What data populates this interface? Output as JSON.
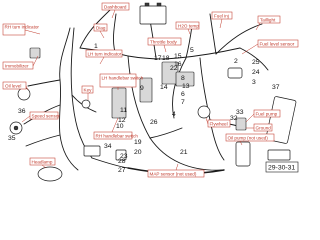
{
  "callouts": {
    "dashboard": "Dashboard",
    "rh_turn_indicator": "RH turn indicator",
    "diag": "Diag",
    "throttle_body": "Throttle body",
    "h2o_temp": "H2O temp",
    "fuel_inj": "Fuel inj",
    "taillight": "Taillight",
    "fuel_level_sensor": "Fuel level sensor",
    "immobilizer": "Immobilizer",
    "lh_turn_indicator": "LH turn indicator",
    "oil_level": "Oil level",
    "key": "Key",
    "lh_handlebar_switch": "LH handlebar switch",
    "speed_sensor": "Speed sensor",
    "rh_handlebar_switch": "RH handlebar switch",
    "flywheel": "Flywheel",
    "fuel_pump": "Fuel pump",
    "ground": "Ground",
    "oil_pump_not_used": "Oil pump (not used)",
    "headlamp": "Headlamp",
    "map_sensor_not_used": "MAP sensor (not used)"
  },
  "numbers": {
    "n1": "1",
    "n2": "2",
    "n3": "3",
    "n4": "4",
    "n5": "5",
    "n6": "6",
    "n7": "7",
    "n8": "8",
    "n9": "9",
    "n10": "10",
    "n11": "11",
    "n12": "12",
    "n13": "13",
    "n14": "14",
    "n15": "15",
    "n16": "16",
    "n17": "17",
    "n18": "18",
    "n19": "19",
    "n20": "20",
    "n21": "21",
    "n22": "22",
    "n23": "23",
    "n24": "24",
    "n25": "25",
    "n26": "26",
    "n27": "27",
    "n28": "28",
    "n32": "32",
    "n33": "33",
    "n34": "34",
    "n35": "35",
    "n36": "36",
    "n37": "37",
    "boxed": "29-30-31"
  },
  "colors": {
    "callout": "#c0392b",
    "line": "#1a1a1a"
  }
}
